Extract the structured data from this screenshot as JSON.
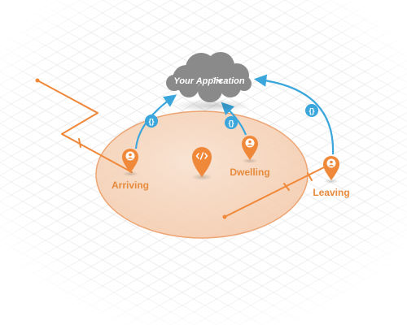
{
  "cloud": {
    "label": "Your Application"
  },
  "zones": {
    "arriving": {
      "label": "Arriving"
    },
    "dwelling": {
      "label": "Dwelling"
    },
    "leaving": {
      "label": "Leaving"
    }
  },
  "icons": {
    "person_pin": "person-marker-icon",
    "code_pin": "code-marker-icon",
    "api_badge": "json-braces-icon",
    "api_badge_text": "{}"
  },
  "colors": {
    "orange": "#F0883A",
    "blue": "#3BA6DC",
    "cloud": "#8A8A8A",
    "geofence_fill": "#F6D6BF",
    "geofence_stroke": "#EEA574"
  }
}
